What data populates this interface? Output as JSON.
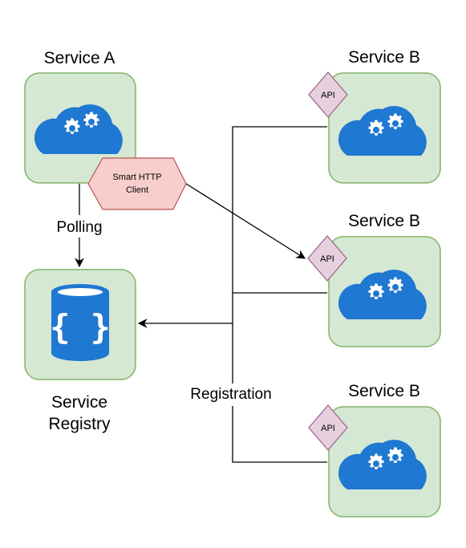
{
  "colors": {
    "node_fill": "#d5e8d4",
    "node_stroke": "#82b366",
    "tag_fill": "#e6d0de",
    "tag_stroke": "#996185",
    "icon_blue": "#1f78d1",
    "line": "#000000"
  },
  "service_a": {
    "title": "Service A",
    "icon": "cloud-gears-icon"
  },
  "registry": {
    "title_line1": "Service",
    "title_line2": "Registry",
    "icon": "database-braces-icon"
  },
  "client": {
    "line1": "Smart HTTP",
    "line2": "Client"
  },
  "services_b": [
    {
      "title": "Service B",
      "api": "API",
      "icon": "cloud-gears-icon"
    },
    {
      "title": "Service B",
      "api": "API",
      "icon": "cloud-gears-icon"
    },
    {
      "title": "Service B",
      "api": "API",
      "icon": "cloud-gears-icon"
    }
  ],
  "edges": {
    "polling": "Polling",
    "registration": "Registration"
  }
}
